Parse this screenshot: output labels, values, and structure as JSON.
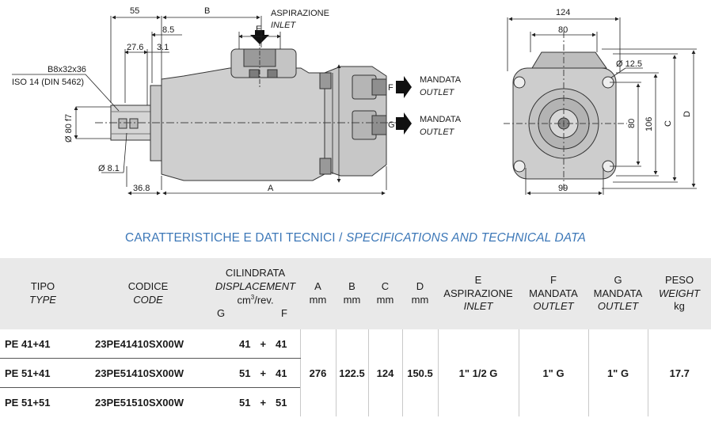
{
  "drawing": {
    "dim_55": "55",
    "dim_b": "B",
    "dim_8_5": "8.5",
    "dim_e": "E",
    "dim_27_6": "27.6",
    "dim_3_1": "3.1",
    "shaft_spec": "B8x32x36",
    "shaft_iso": "ISO 14 (DIN 5462)",
    "dim_80f7": "Ø 80 f7",
    "dim_8_1": "Ø 8.1",
    "dim_36_8": "36.8",
    "dim_a": "A",
    "aspirazione": "ASPIRAZIONE",
    "inlet": "INLET",
    "mandata_1": "MANDATA",
    "outlet_1": "OUTLET",
    "mandata_2": "MANDATA",
    "outlet_2": "OUTLET",
    "port_f": "F",
    "port_g": "G",
    "dim_124": "124",
    "dim_80_top": "80",
    "dim_12_5": "Ø 12.5",
    "dim_80_side": "80",
    "dim_106": "106",
    "dim_c": "C",
    "dim_d": "D",
    "dim_99": "99"
  },
  "section_title": {
    "it": "CARATTERISTICHE E DATI TECNICI / ",
    "en": "SPECIFICATIONS AND TECHNICAL DATA"
  },
  "table": {
    "headers": {
      "tipo": "TIPO",
      "type": "TYPE",
      "codice": "CODICE",
      "code": "CODE",
      "cilindrata": "CILINDRATA",
      "displacement": "DISPLACEMENT",
      "unit_cm": "cm",
      "unit_sup": "3",
      "unit_rev": "/rev.",
      "g": "G",
      "f": "F",
      "a": "A",
      "b": "B",
      "c": "C",
      "d": "D",
      "mm": "mm",
      "e": "E",
      "aspirazione": "ASPIRAZIONE",
      "inlet": "INLET",
      "f_col": "F",
      "mandata_f": "MANDATA",
      "outlet_f": "OUTLET",
      "g_col": "G",
      "mandata_g": "MANDATA",
      "outlet_g": "OUTLET",
      "peso": "PESO",
      "weight": "WEIGHT",
      "kg": "kg"
    },
    "rows": [
      {
        "tipo": "PE 41+41",
        "codice": "23PE41410SX00W",
        "g": "41",
        "plus": "+",
        "f": "41"
      },
      {
        "tipo": "PE 51+41",
        "codice": "23PE51410SX00W",
        "g": "51",
        "plus": "+",
        "f": "41"
      },
      {
        "tipo": "PE 51+51",
        "codice": "23PE51510SX00W",
        "g": "51",
        "plus": "+",
        "f": "51"
      }
    ],
    "common": {
      "a": "276",
      "b": "122.5",
      "c": "124",
      "d": "150.5",
      "e": "1\" 1/2 G",
      "f": "1\" G",
      "g": "1\" G",
      "weight": "17.7"
    }
  }
}
